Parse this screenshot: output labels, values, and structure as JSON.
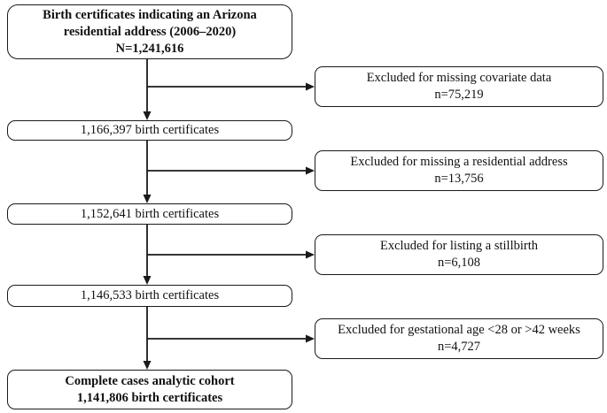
{
  "figure": {
    "type": "study-flow-diagram",
    "colors": {
      "border": "#1a1a1a",
      "background": "#ffffff",
      "text": "#111111"
    },
    "source": {
      "line1": "Birth certificates indicating an Arizona",
      "line2": "residential address (2006–2020)",
      "line3": "N=1,241,616"
    },
    "stages": [
      {
        "label": "1,166,397 birth certificates"
      },
      {
        "label": "1,152,641 birth certificates"
      },
      {
        "label": "1,146,533 birth certificates"
      }
    ],
    "exclusions": [
      {
        "reason": "Excluded for missing covariate data",
        "count": "n=75,219"
      },
      {
        "reason": "Excluded for missing a residential address",
        "count": "n=13,756"
      },
      {
        "reason": "Excluded for listing a stillbirth",
        "count": "n=6,108"
      },
      {
        "reason": "Excluded for gestational age <28 or >42 weeks",
        "count": "n=4,727"
      }
    ],
    "final": {
      "line1": "Complete cases analytic cohort",
      "line2": "1,141,806 birth certificates"
    }
  }
}
